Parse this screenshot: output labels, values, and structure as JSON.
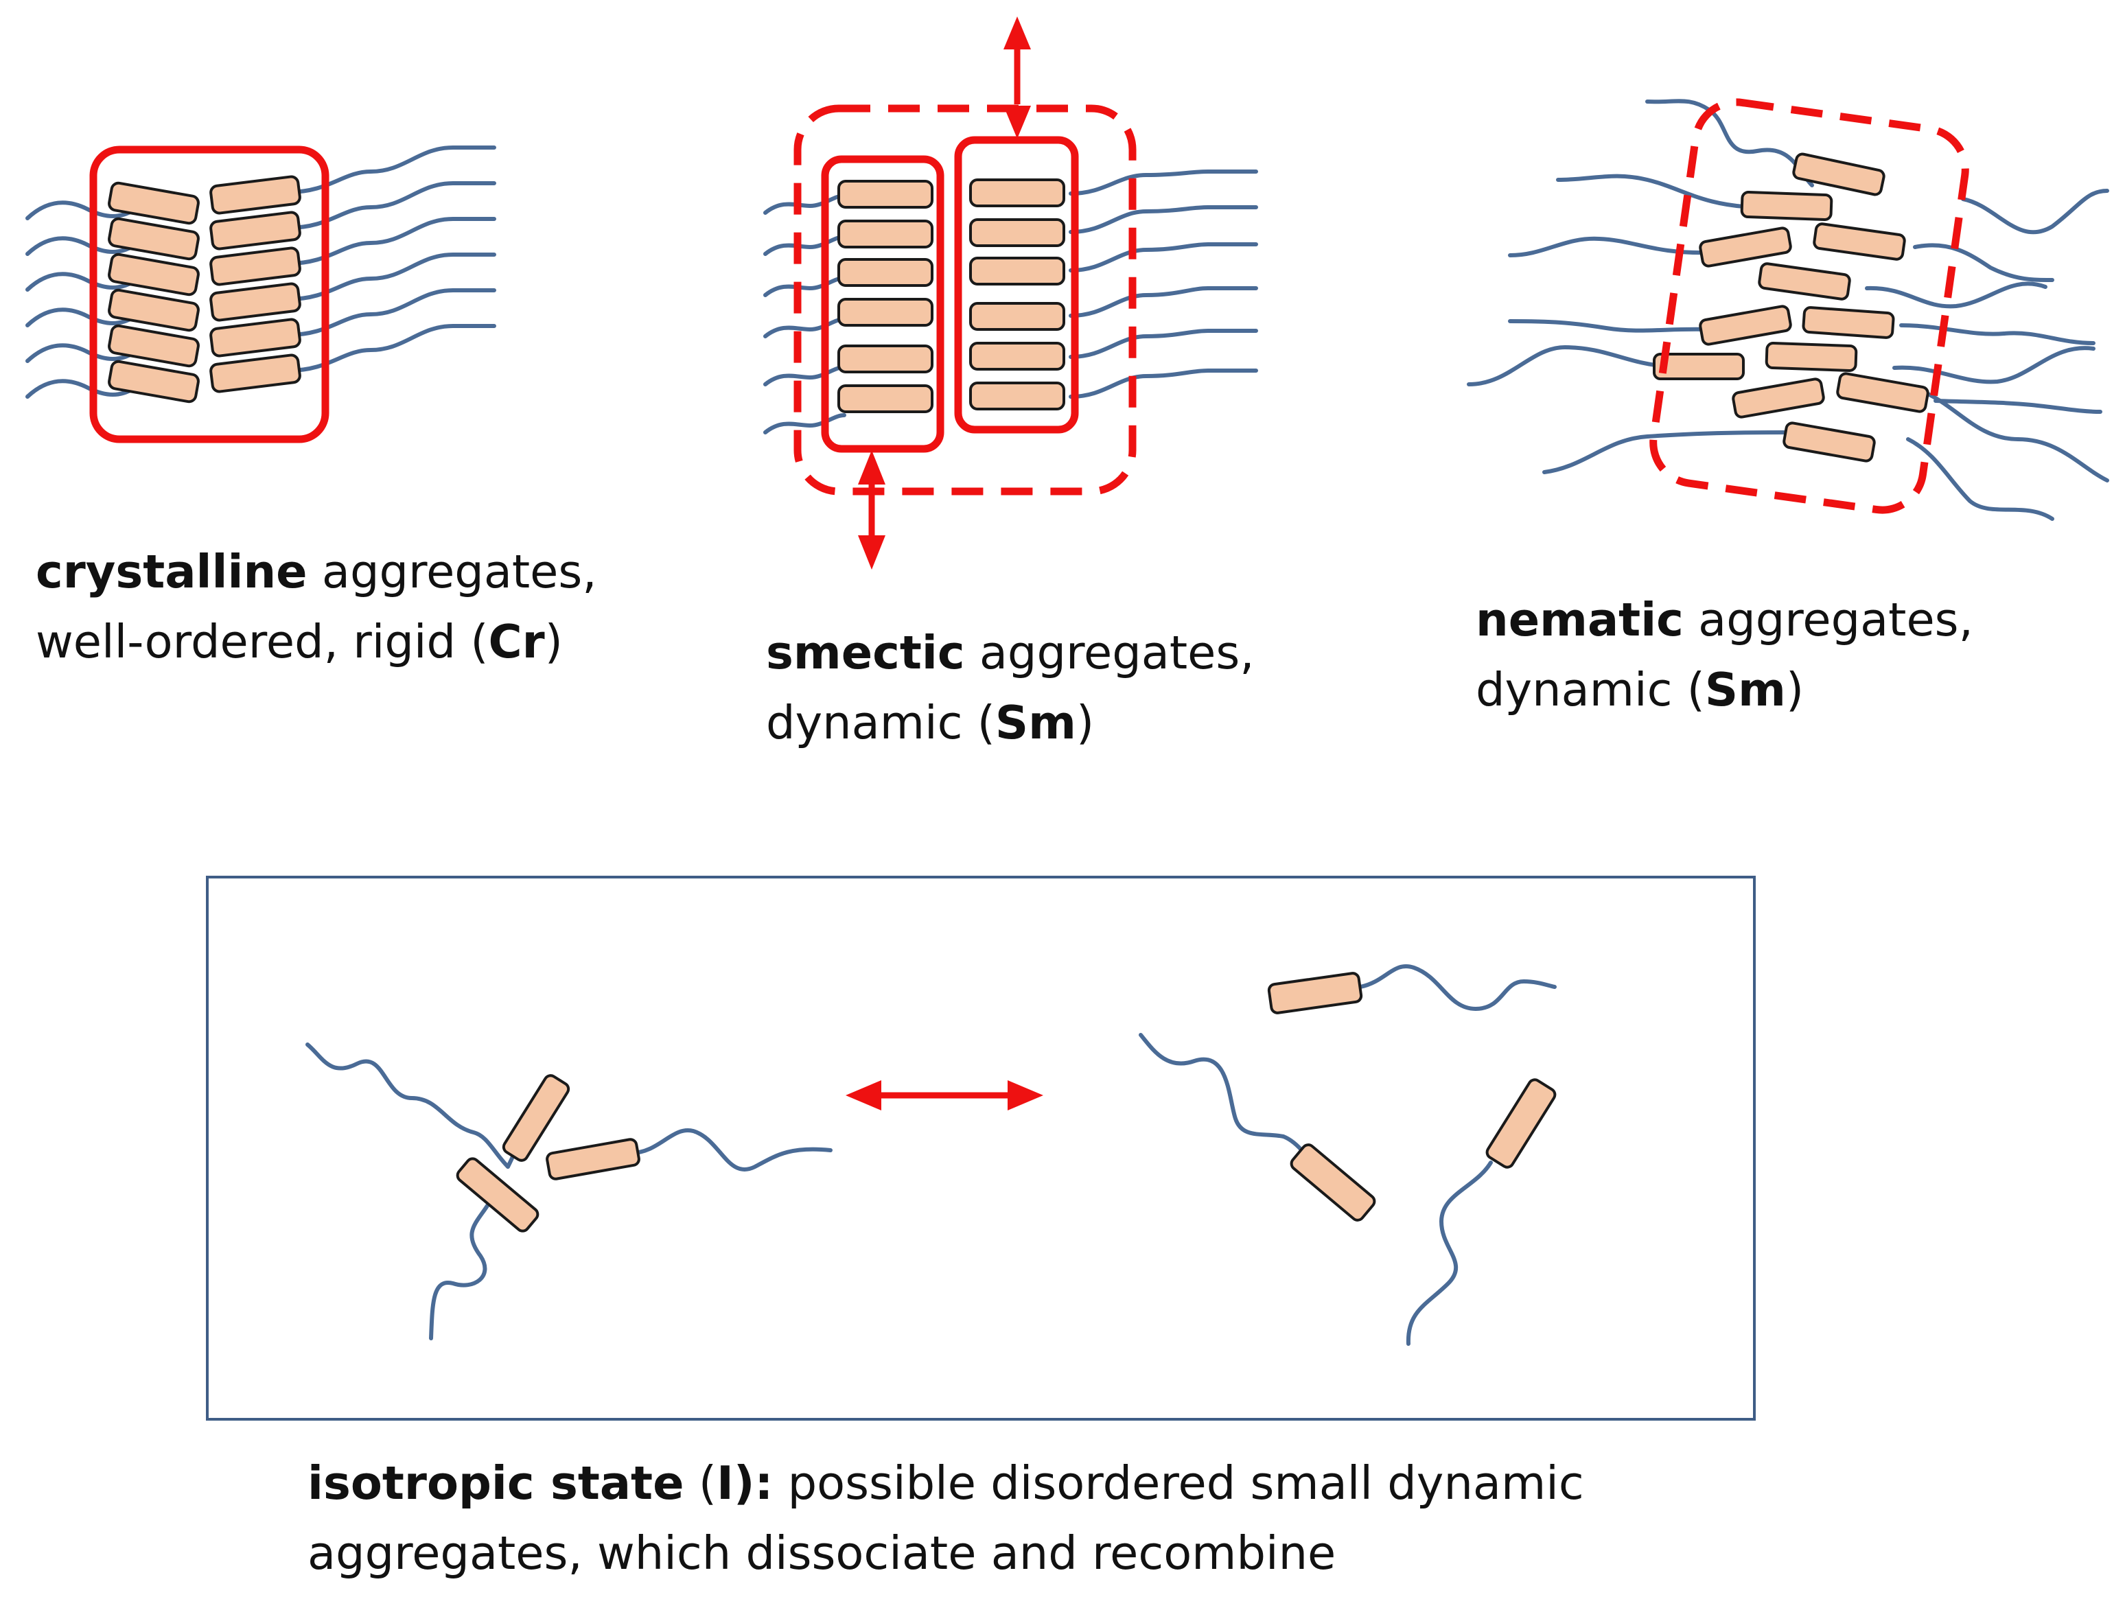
{
  "captions": {
    "crystalline": {
      "bold": "crystalline",
      "text1": " aggregates,",
      "line2_pre": "well-ordered, rigid (",
      "symbol": "Cr",
      "line2_post": ")"
    },
    "smectic": {
      "bold": "smectic",
      "text1": " aggregates,",
      "line2_pre": "dynamic (",
      "symbol": "Sm",
      "line2_post": ")"
    },
    "nematic": {
      "bold": "nematic",
      "text1": " aggregates,",
      "line2_pre": "dynamic (",
      "symbol": "Sm",
      "line2_post": ")"
    },
    "isotropic": {
      "bold": "isotropic state",
      "paren_open": " (",
      "symbol": "I",
      "paren_close": "):",
      "text1": " possible disordered small dynamic",
      "line2": "aggregates, which dissociate and recombine"
    }
  },
  "colors": {
    "chain": "#4a6b96",
    "rod_fill": "#f5c6a5",
    "rod_stroke": "#1a1a1a",
    "aggregate_outline": "#ee1111",
    "frame": "#3f5d86"
  }
}
